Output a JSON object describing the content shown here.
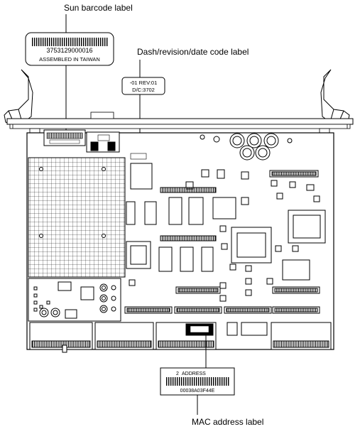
{
  "callouts": {
    "sun_barcode": "Sun barcode label",
    "dash_revision": "Dash/revision/date code label",
    "mac_address": "MAC address label"
  },
  "sun_label": {
    "number": "3753129000016",
    "assembled": "ASSEMBLED IN TAIWAN"
  },
  "rev_label": {
    "line1": "-01 REV:01",
    "line2": "D/C:3702"
  },
  "mac_label": {
    "heading": "ADDRESS",
    "code": "00038A03F44E"
  }
}
